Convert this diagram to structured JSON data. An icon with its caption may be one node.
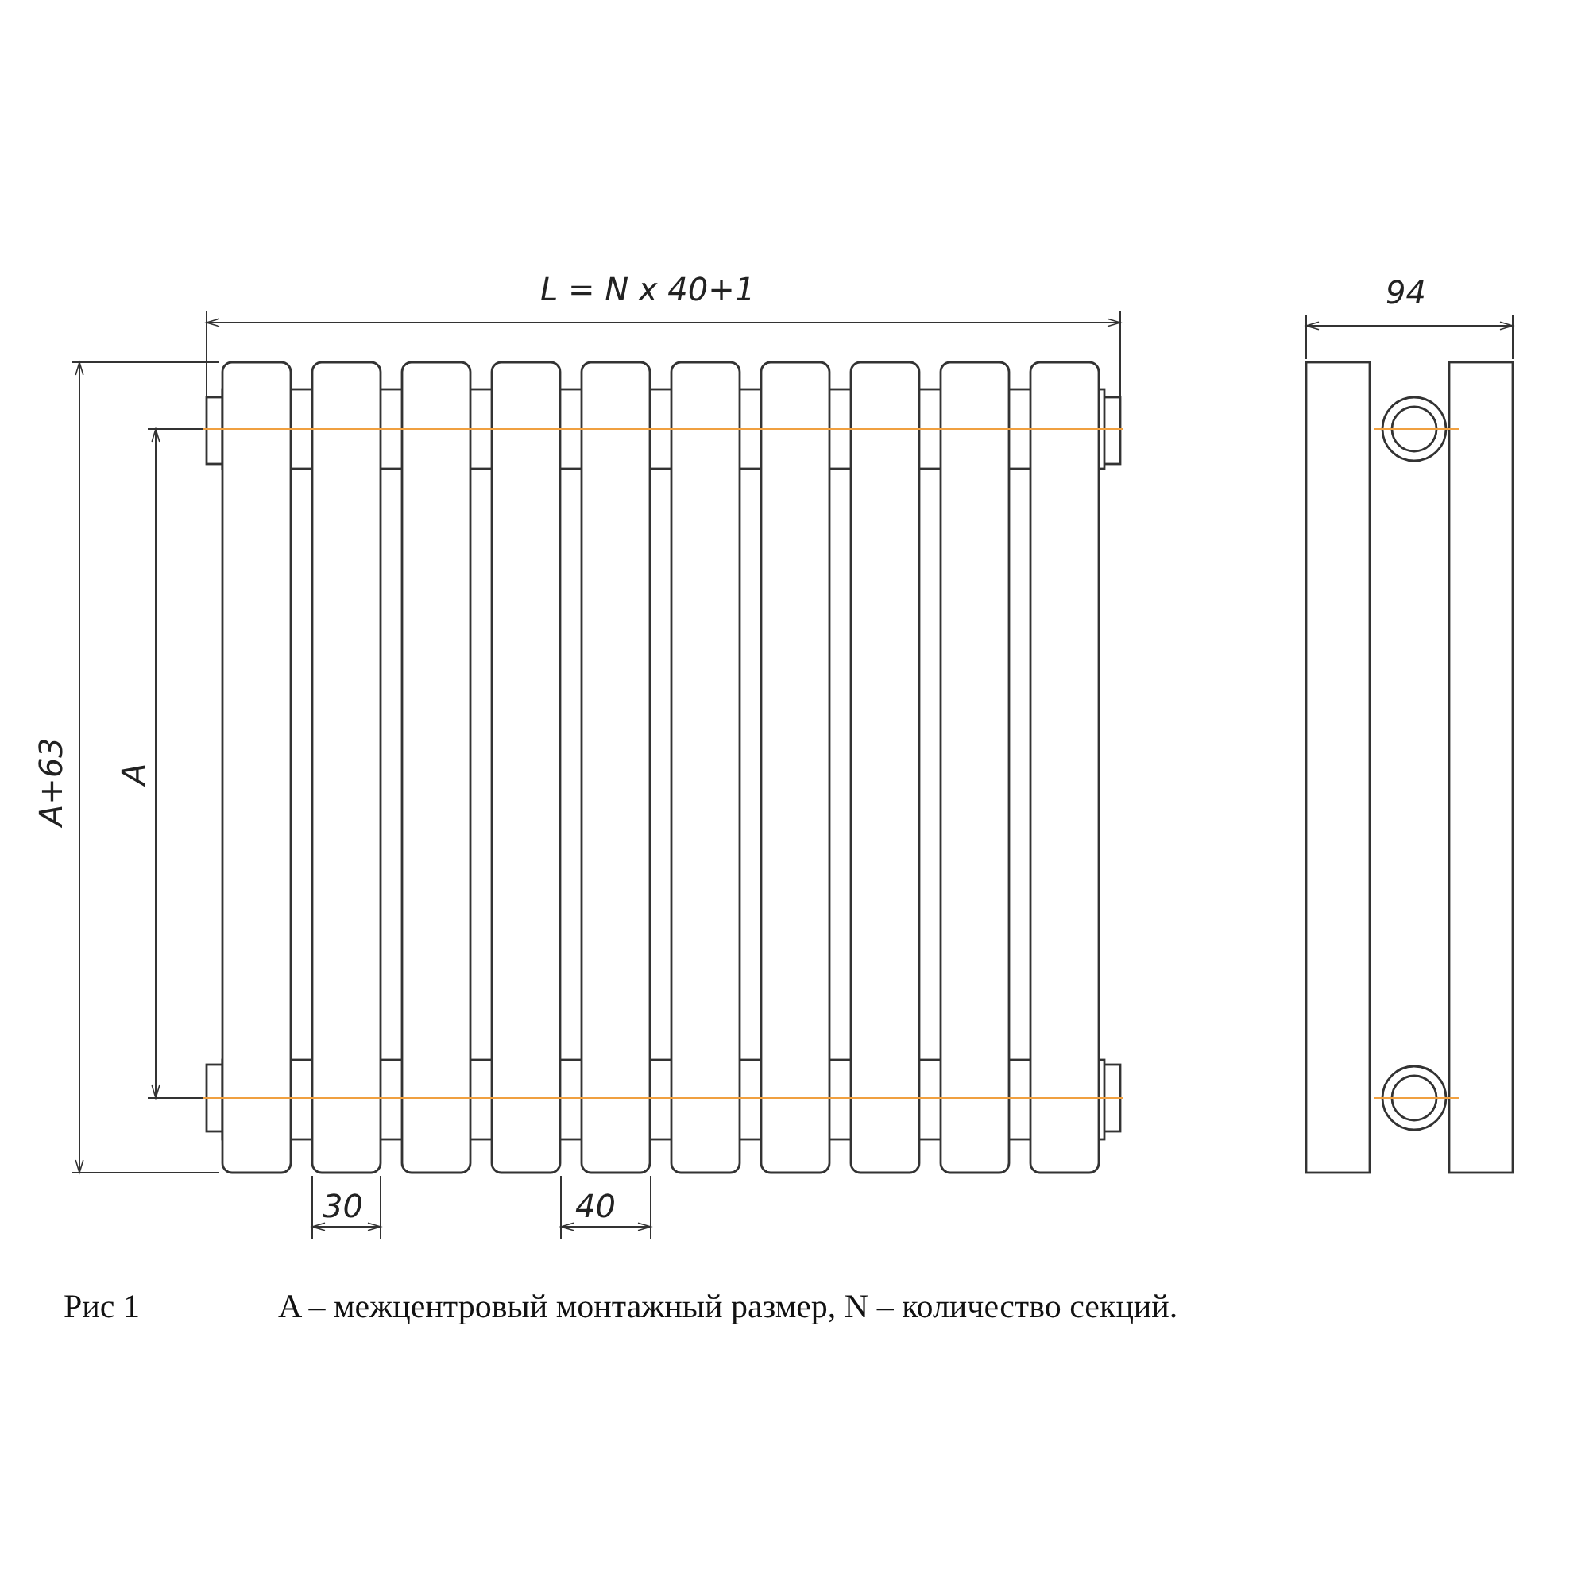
{
  "diagram": {
    "caption": "A – межцентровый монтажный размер, N – количество секций.",
    "labels": [
      "L = N x 40+1",
      "94",
      "A+63",
      "A",
      "30",
      "40",
      "Рис 1"
    ]
  }
}
